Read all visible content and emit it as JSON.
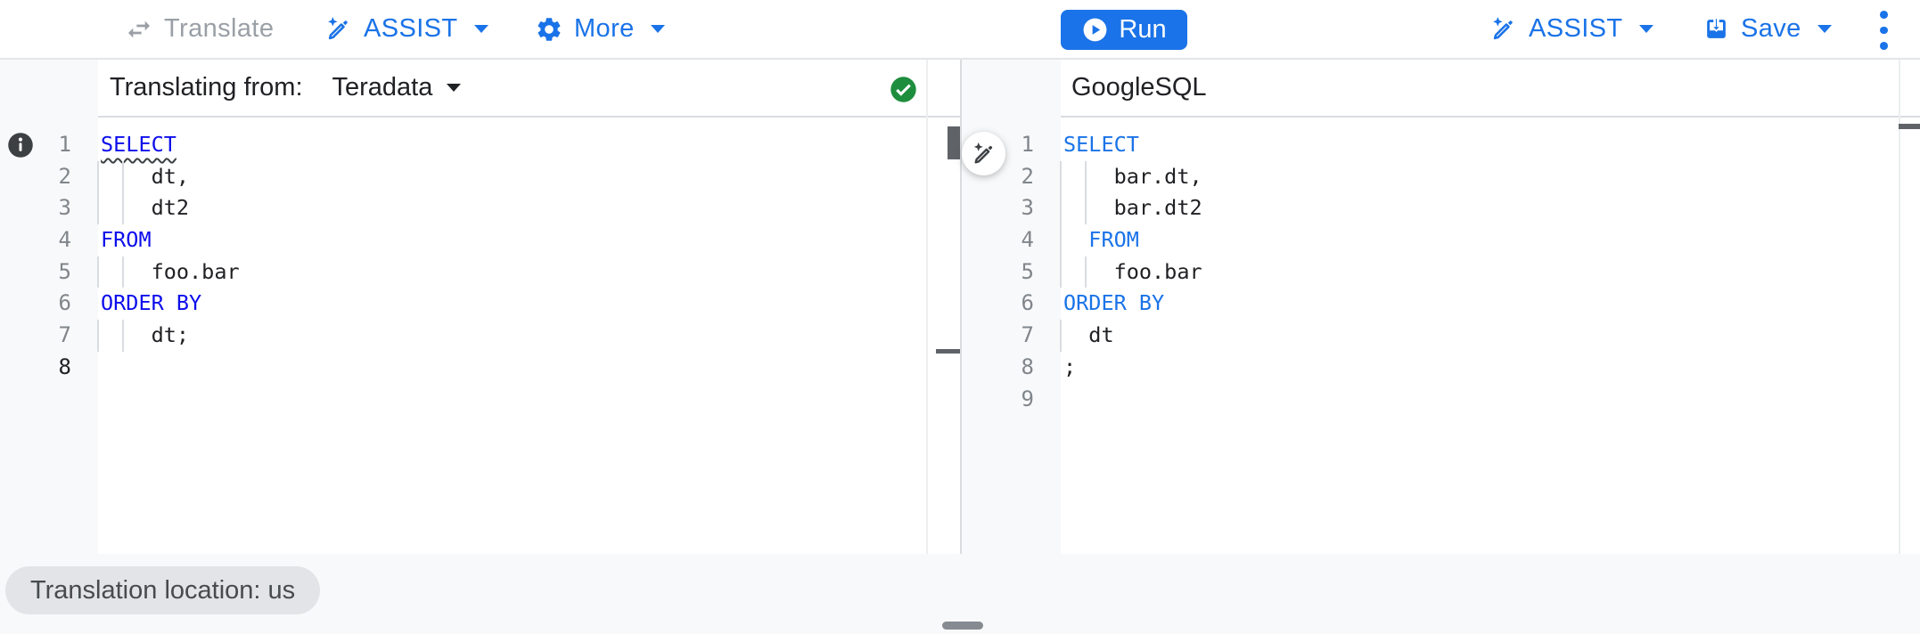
{
  "toolbar": {
    "translate": "Translate",
    "assist": "ASSIST",
    "more": "More",
    "run": "Run",
    "save": "Save"
  },
  "left_panel": {
    "header_prefix": "Translating from:",
    "source_dialect": "Teradata",
    "editor": {
      "keyword_color": "#0c0deb",
      "active_line": 8,
      "squiggle_line": 1,
      "lines": [
        "SELECT",
        "    dt,",
        "    dt2",
        "FROM",
        "    foo.bar",
        "ORDER BY",
        "    dt;",
        ""
      ]
    }
  },
  "right_panel": {
    "header_title": "GoogleSQL",
    "editor": {
      "keyword_color": "#1a73e8",
      "active_line": null,
      "squiggle_line": null,
      "lines": [
        "SELECT",
        "    bar.dt,",
        "    bar.dt2",
        "  FROM",
        "    foo.bar",
        "ORDER BY",
        "  dt",
        ";",
        ""
      ]
    }
  },
  "keywords": [
    "SELECT",
    "FROM",
    "ORDER",
    "BY"
  ],
  "footer": {
    "location_chip": "Translation location: us"
  },
  "icons": {
    "translate": "swap-arrows-icon",
    "assist": "magic-pen-icon",
    "more": "gear-icon",
    "run": "play-circle-icon",
    "save": "save-tray-icon",
    "overflow": "three-dot-menu-icon",
    "source_status": "green-check-icon",
    "gutter_info": "info-circle-icon"
  },
  "colors": {
    "accent": "#1a73e8",
    "success": "#1e8e3e",
    "disabled_text": "#9aa0a6",
    "text": "#202124",
    "line_number": "#80868b",
    "keyword_left": "#0c0deb",
    "keyword_right": "#1a73e8"
  }
}
